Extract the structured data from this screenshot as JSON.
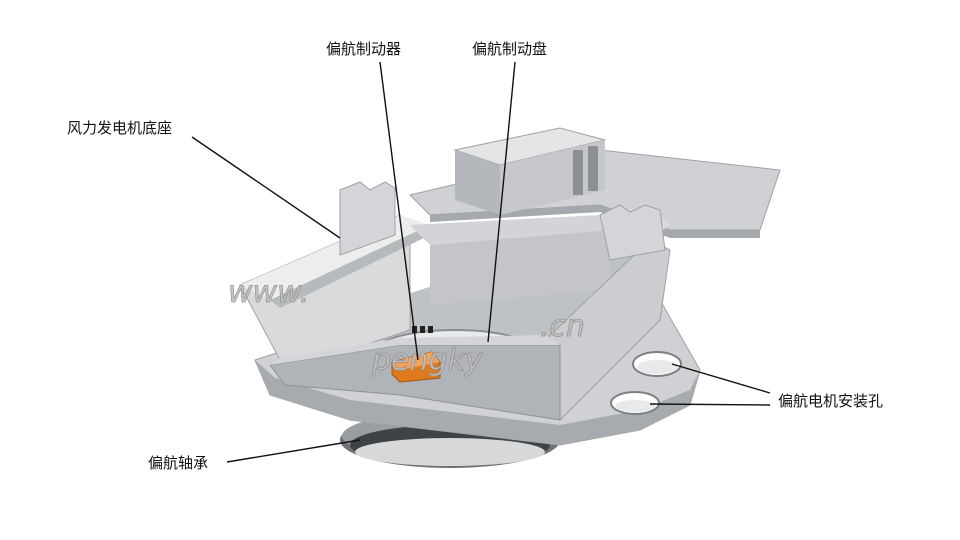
{
  "labels": {
    "brake": "偏航制动器",
    "brake_disc": "偏航制动盘",
    "base": "风力发电机底座",
    "motor_holes": "偏航电机安装孔",
    "bearing": "偏航轴承"
  },
  "watermark": {
    "part1": "www.",
    "part2": "pengky",
    "part3": ".cn"
  },
  "colors": {
    "frame_light": "#d9dadc",
    "frame_mid": "#b9bbbe",
    "frame_dark": "#8f9296",
    "brake_orange": "#e07a1f",
    "leader": "#111111"
  }
}
